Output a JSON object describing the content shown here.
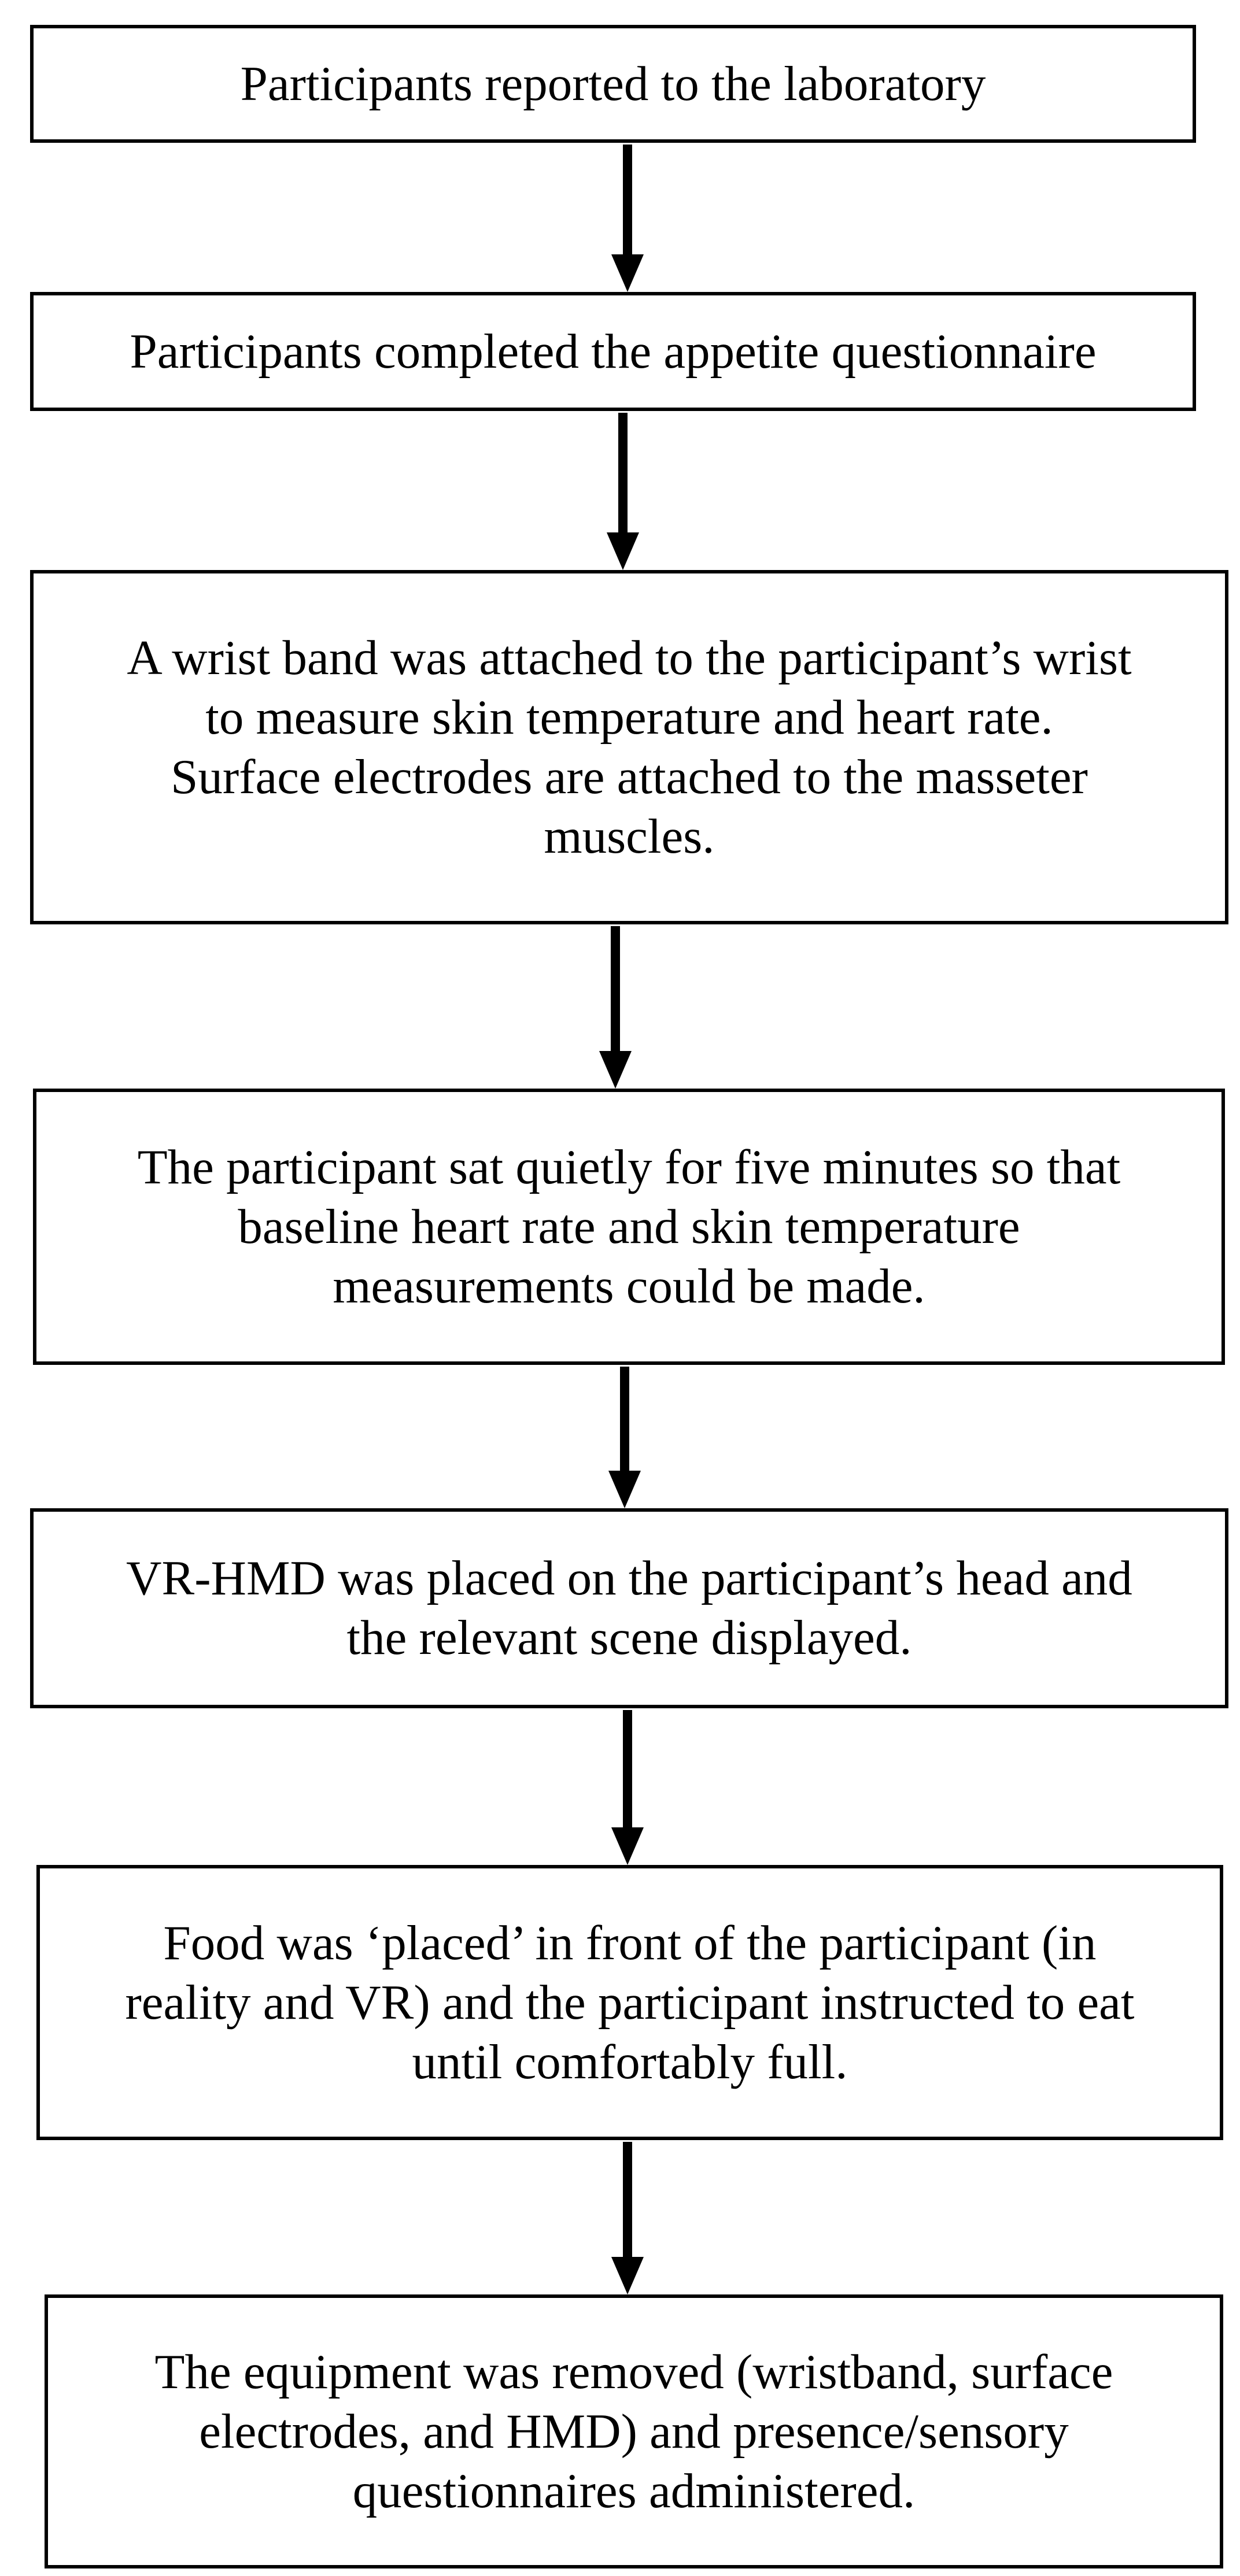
{
  "flowchart": {
    "steps": [
      {
        "lines": [
          "Participants reported to the laboratory"
        ]
      },
      {
        "lines": [
          "Participants completed the appetite questionnaire"
        ]
      },
      {
        "lines": [
          "A wrist band was attached to the participant’s wrist",
          "to measure skin temperature and heart rate.",
          "Surface electrodes are attached to the masseter",
          "muscles."
        ]
      },
      {
        "lines": [
          "The participant sat quietly for five minutes so that",
          "baseline heart rate and skin temperature",
          "measurements could be made."
        ]
      },
      {
        "lines": [
          "VR-HMD was placed on the participant’s head and",
          "the relevant scene displayed."
        ]
      },
      {
        "lines": [
          "Food was ‘placed’ in front of the participant (in",
          "reality and VR) and the participant instructed to eat",
          "until comfortably full."
        ]
      },
      {
        "lines": [
          "The equipment was removed (wristband, surface",
          "electrodes, and HMD) and presence/sensory",
          "questionnaires administered."
        ]
      }
    ],
    "colors": {
      "border": "#000000",
      "arrow": "#000000",
      "text": "#000000",
      "background": "#ffffff"
    }
  }
}
